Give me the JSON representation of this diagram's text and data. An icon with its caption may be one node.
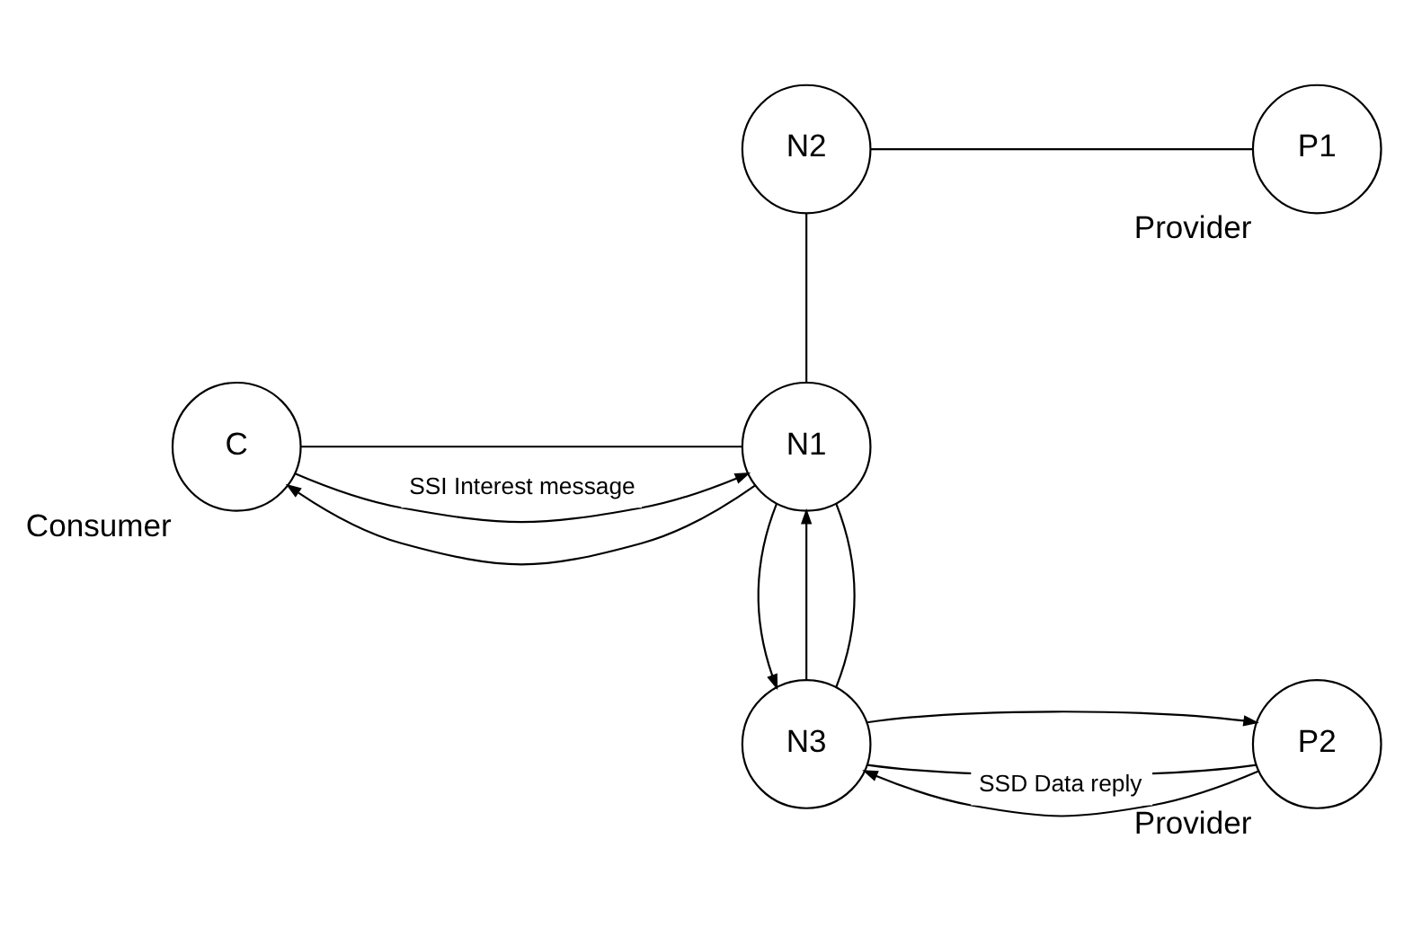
{
  "diagram": {
    "nodes": [
      {
        "text": [
          "N2"
        ]
      },
      {
        "text": [
          "P1"
        ],
        "beside": [
          "Provider"
        ]
      },
      {
        "text": [
          "C"
        ],
        "beside": [
          "Consumer"
        ]
      },
      {
        "text": [
          "N1"
        ]
      },
      {
        "text": [
          "N3"
        ]
      },
      {
        "text": [
          "P2"
        ],
        "beside": [
          "Provider"
        ]
      }
    ],
    "edges": [
      {
        "from": 0,
        "to": 1,
        "arrow": "none"
      },
      {
        "from": 0,
        "to": 3,
        "arrow": "none"
      },
      {
        "from": 2,
        "to": 3,
        "arrow": "none"
      },
      {
        "from": 2,
        "to": 3,
        "arrow": "to",
        "label": "SSI Interest message"
      },
      {
        "from": 3,
        "to": 2,
        "arrow": "to"
      },
      {
        "from": 3,
        "to": 4,
        "arrow": "none"
      },
      {
        "from": 4,
        "to": 3,
        "arrow": "to"
      },
      {
        "from": 3,
        "to": 4,
        "arrow": "to"
      },
      {
        "from": 4,
        "to": 5,
        "arrow": "none"
      },
      {
        "from": 4,
        "to": 5,
        "arrow": "to"
      },
      {
        "from": 5,
        "to": 4,
        "arrow": "to",
        "label": "SSD Data reply"
      }
    ]
  }
}
